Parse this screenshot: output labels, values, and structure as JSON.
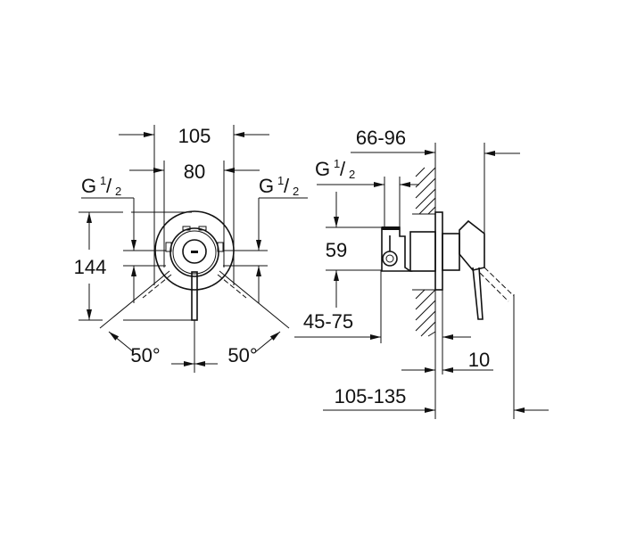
{
  "front_view": {
    "width_outer": "105",
    "width_inner": "80",
    "thread_left": {
      "main": "G",
      "num": "1",
      "den": "2"
    },
    "thread_right": {
      "main": "G",
      "num": "1",
      "den": "2"
    },
    "height": "144",
    "angle_left": "50°",
    "angle_right": "50°"
  },
  "side_view": {
    "depth_range": "66-96",
    "thread": {
      "main": "G",
      "num": "1",
      "den": "2"
    },
    "pipe_spacing": "59",
    "inlet_depth": "45-75",
    "flange": "10",
    "total_depth": "105-135"
  }
}
